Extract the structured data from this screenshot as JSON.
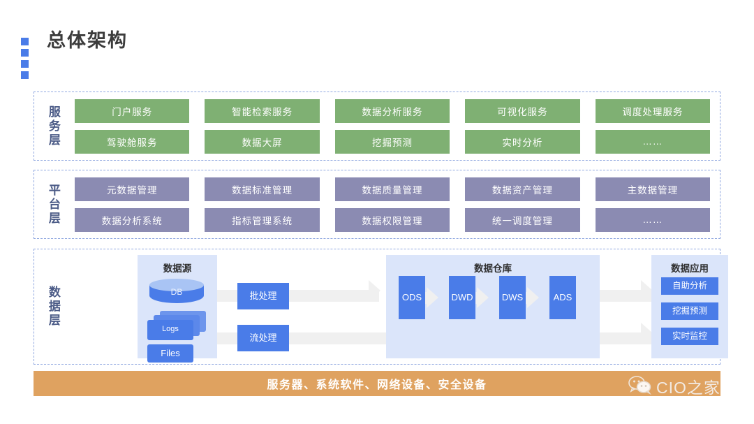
{
  "page_title": "总体架构",
  "layers": [
    {
      "id": "service",
      "label": "服务层",
      "color": "#7fb073",
      "rows": [
        [
          "门户服务",
          "智能检索服务",
          "数据分析服务",
          "可视化服务",
          "调度处理服务"
        ],
        [
          "驾驶舱服务",
          "数据大屏",
          "挖掘预测",
          "实时分析",
          "……"
        ]
      ]
    },
    {
      "id": "platform",
      "label": "平台层",
      "color": "#8b8bb2",
      "rows": [
        [
          "元数据管理",
          "数据标准管理",
          "数据质量管理",
          "数据资产管理",
          "主数据管理"
        ],
        [
          "数据分析系统",
          "指标管理系统",
          "数据权限管理",
          "统一调度管理",
          "……"
        ]
      ]
    }
  ],
  "data_layer": {
    "label": "数据层",
    "source_panel": {
      "title": "数据源",
      "db_label": "DB",
      "logs_label": "Logs",
      "files_label": "Files"
    },
    "processing": {
      "batch": "批处理",
      "stream": "流处理"
    },
    "warehouse_panel": {
      "title": "数据仓库",
      "stages": [
        "ODS",
        "DWD",
        "DWS",
        "ADS"
      ]
    },
    "application_panel": {
      "title": "数据应用",
      "items": [
        "自助分析",
        "挖掘预测",
        "实时监控"
      ]
    }
  },
  "infrastructure_bar": "服务器、系统软件、网络设备、安全设备",
  "watermark": {
    "text": "CIO之家",
    "icon": "wechat-icon"
  },
  "colors": {
    "accent_blue": "#4a7ce8",
    "service_green": "#7fb073",
    "platform_purple": "#8b8bb2",
    "panel_blue": "#dbe5fa",
    "infra_orange": "#dfa260",
    "flow_grey": "#f0f0f0"
  }
}
